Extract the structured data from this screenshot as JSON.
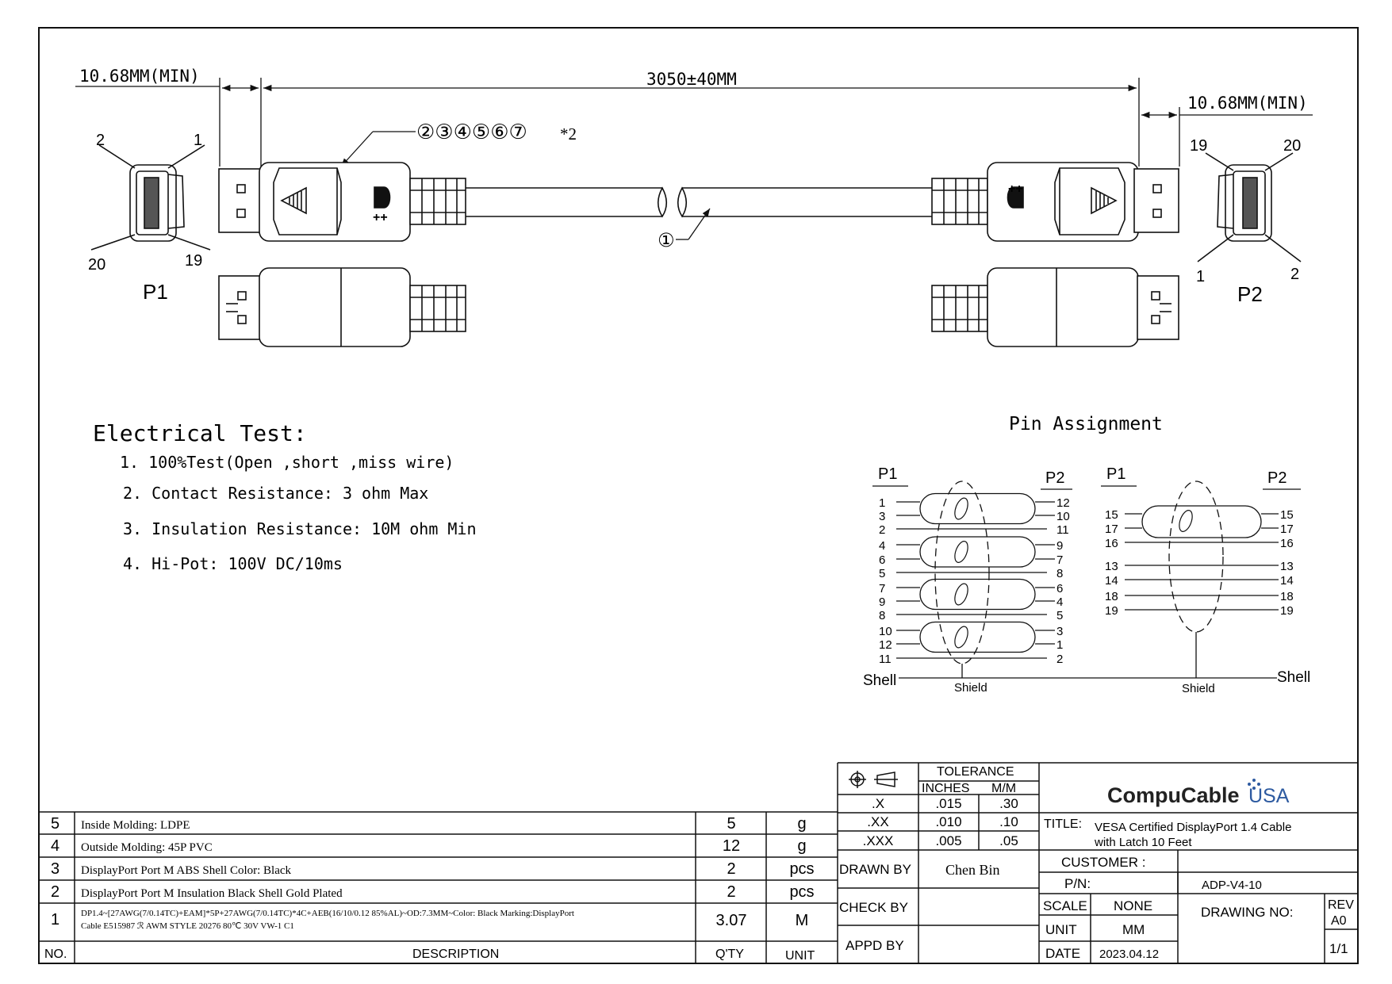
{
  "dimensions": {
    "overall_length": "3050±40MM",
    "left_min": "10.68MM(MIN)",
    "right_min": "10.68MM(MIN)",
    "parts_callout": "②③④⑤⑥⑦",
    "parts_callout_suffix": "*2",
    "cable_callout": "①"
  },
  "connectors": {
    "p1": {
      "label": "P1",
      "pins": [
        "2",
        "1",
        "20",
        "19"
      ]
    },
    "p2": {
      "label": "P2",
      "pins": [
        "19",
        "20",
        "1",
        "2"
      ]
    },
    "logo_text": "++"
  },
  "electrical_test": {
    "title": "Electrical Test:",
    "items": [
      "1. 100%Test(Open ,short ,miss wire)",
      "2. Contact Resistance: 3 ohm Max",
      "3. Insulation Resistance: 10M ohm Min",
      "4. Hi-Pot: 100V DC/10ms"
    ]
  },
  "pin_assignment": {
    "title": "Pin Assignment",
    "p1": "P1",
    "p2": "P2",
    "left_p1": [
      "1",
      "3",
      "2",
      "4",
      "6",
      "5",
      "7",
      "9",
      "8",
      "10",
      "12",
      "11"
    ],
    "left_p2": [
      "12",
      "10",
      "11",
      "9",
      "7",
      "8",
      "6",
      "4",
      "5",
      "3",
      "1",
      "2"
    ],
    "right_p1": [
      "15",
      "17",
      "16",
      "13",
      "14",
      "18",
      "19"
    ],
    "right_p2": [
      "15",
      "17",
      "16",
      "13",
      "14",
      "18",
      "19"
    ],
    "shell": "Shell",
    "shield": "Shield"
  },
  "bom": {
    "headers": {
      "no": "NO.",
      "desc": "DESCRIPTION",
      "qty": "Q'TY",
      "unit": "UNIT"
    },
    "rows": [
      {
        "no": "5",
        "desc": "Inside Molding: LDPE",
        "qty": "5",
        "unit": "g"
      },
      {
        "no": "4",
        "desc": "Outside Molding: 45P PVC",
        "qty": "12",
        "unit": "g"
      },
      {
        "no": "3",
        "desc": "DisplayPort Port M ABS Shell Color: Black",
        "qty": "2",
        "unit": "pcs"
      },
      {
        "no": "2",
        "desc": "DisplayPort Port M Insulation Black Shell Gold Plated",
        "qty": "2",
        "unit": "pcs"
      },
      {
        "no": "1",
        "desc": "DP1.4~[27AWG(7/0.14TC)+EAM]*5P+27AWG(7/0.14TC)*4C+AEB(16/10/0.12 85%AL)~OD:7.3MM~Color: Black Marking:DisplayPort",
        "desc2": "Cable E515987 ℛ AWM STYLE 20276 80℃ 30V VW-1 C1",
        "qty": "3.07",
        "unit": "M"
      }
    ]
  },
  "title_block": {
    "tolerance": "TOLERANCE",
    "inches": "INCHES",
    "mm": "M/M",
    "tol_rows": [
      {
        "label": ".X",
        "in": ".015",
        "mm": ".30"
      },
      {
        "label": ".XX",
        "in": ".010",
        "mm": ".10"
      },
      {
        "label": ".XXX",
        "in": ".005",
        "mm": ".05"
      }
    ],
    "drawn_by_label": "DRAWN BY",
    "drawn_by": "Chen Bin",
    "check_by_label": "CHECK BY",
    "appd_by_label": "APPD BY",
    "brand": "CompuCable",
    "brand_suffix": "USA",
    "title_label": "TITLE:",
    "title_line1": "VESA Certified DisplayPort 1.4 Cable",
    "title_line2": "with Latch 10 Feet",
    "customer_label": "CUSTOMER :",
    "pn_label": "P/N:",
    "pn": "ADP-V4-10",
    "scale_label": "SCALE",
    "scale": "NONE",
    "unit_label": "UNIT",
    "unit": "MM",
    "date_label": "DATE",
    "date": "2023.04.12",
    "drawing_no_label": "DRAWING NO:",
    "rev_label": "REV",
    "rev": "A0",
    "sheet": "1/1"
  }
}
